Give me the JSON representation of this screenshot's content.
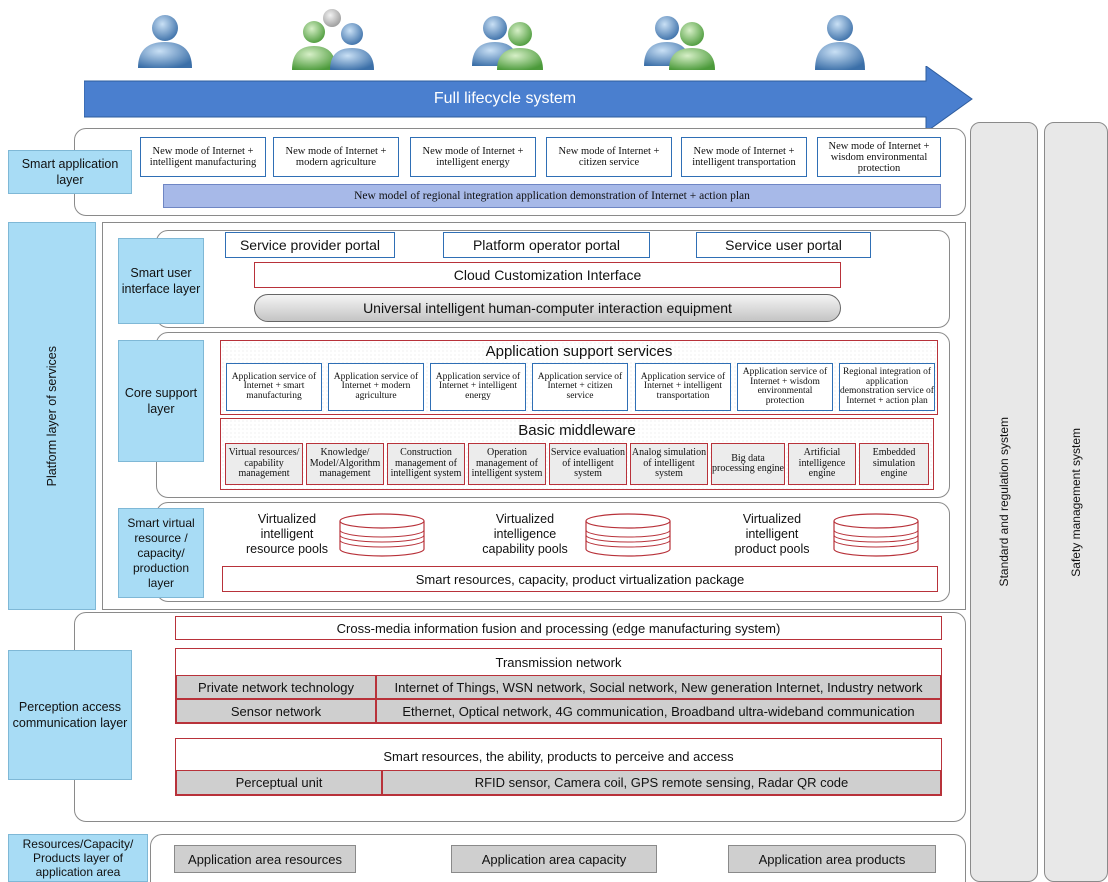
{
  "lifecycle": "Full lifecycle system",
  "layers": {
    "smart_application": "Smart application layer",
    "platform_services": "Platform layer of services",
    "smart_ui": "Smart user interface layer",
    "core_support": "Core support layer",
    "smart_virtual": "Smart virtual resource / capacity/ production layer",
    "perception": "Perception access communication layer",
    "resources": "Resources/Capacity/ Products layer of application area"
  },
  "app_modes": [
    "New mode of Internet + intelligent manufacturing",
    "New mode of Internet + modern agriculture",
    "New mode of Internet + intelligent energy",
    "New mode of Internet + citizen service",
    "New mode of Internet + intelligent transportation",
    "New mode of Internet + wisdom environmental protection"
  ],
  "regional_demo": "New model of regional integration application demonstration of Internet + action plan",
  "portals": [
    "Service provider portal",
    "Platform operator portal",
    "Service user portal"
  ],
  "cloud_interface": "Cloud Customization Interface",
  "hci_equipment": "Universal intelligent human-computer interaction equipment",
  "app_support_title": "Application support services",
  "app_support_items": [
    "Application service of Internet + smart manufacturing",
    "Application service of Internet + modern agriculture",
    "Application service of Internet + intelligent energy",
    "Application service of Internet + citizen service",
    "Application service of Internet + intelligent transportation",
    "Application service of Internet + wisdom environmental protection",
    "Regional integration of application demonstration service of Internet + action plan"
  ],
  "middleware_title": "Basic middleware",
  "middleware_items": [
    "Virtual resources/ capability management",
    "Knowledge/ Model/Algorithm management",
    "Construction management of intelligent system",
    "Operation management of intelligent system",
    "Service evaluation of intelligent system",
    "Analog simulation of intelligent system",
    "Big data processing engine",
    "Artificial intelligence engine",
    "Embedded simulation engine"
  ],
  "pools": [
    "Virtualized intelligent resource pools",
    "Virtualized intelligence capability pools",
    "Virtualized intelligent product pools"
  ],
  "virtualization_package": "Smart resources, capacity, product virtualization package",
  "cross_media": "Cross-media information fusion and processing (edge manufacturing system)",
  "transmission_title": "Transmission network",
  "transmission_rows": [
    {
      "left": "Private network technology",
      "right": "Internet of Things, WSN network, Social network, New generation Internet, Industry network"
    },
    {
      "left": "Sensor network",
      "right": "Ethernet, Optical network, 4G communication, Broadband ultra-wideband communication"
    }
  ],
  "perceive_title": "Smart resources, the ability, products to perceive and access",
  "perceptual_left": "Perceptual unit",
  "perceptual_right": "RFID sensor, Camera coil, GPS remote sensing, Radar QR code",
  "area_items": [
    "Application area resources",
    "Application area capacity",
    "Application area products"
  ],
  "side_systems": [
    "Standard and regulation system",
    "Safety management system"
  ],
  "icons": [
    "single-user-icon",
    "user-group-icon",
    "user-group-icon",
    "user-group-icon",
    "single-user-icon"
  ],
  "colors": {
    "layer_blue": "#a8dcf5",
    "arrow_blue": "#4a7fcf",
    "frame_red": "#b8323a",
    "box_blue": "#2f6fb5"
  }
}
